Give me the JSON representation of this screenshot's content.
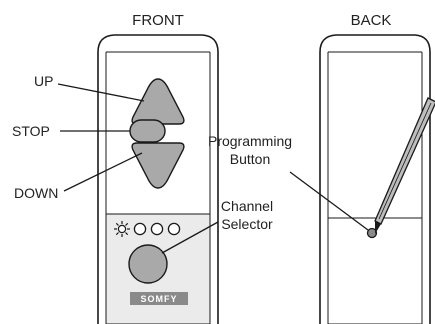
{
  "titles": {
    "front": "FRONT",
    "back": "BACK"
  },
  "labels": {
    "up": "UP",
    "stop": "STOP",
    "down": "DOWN",
    "channel_line1": "Channel",
    "channel_line2": "Selector",
    "programming_line1": "Programming",
    "programming_line2": "Button"
  },
  "brand": {
    "logo": "SOMFY"
  },
  "channel_indicators": {
    "icon": "sun-icon",
    "count": 3
  },
  "colors": {
    "outline": "#1a1a1a",
    "button_fill": "#a9a9a9",
    "panel_fill": "#ebebeb",
    "logo_bg": "#8a8a8a",
    "pen_fill": "#bdbdbd"
  }
}
